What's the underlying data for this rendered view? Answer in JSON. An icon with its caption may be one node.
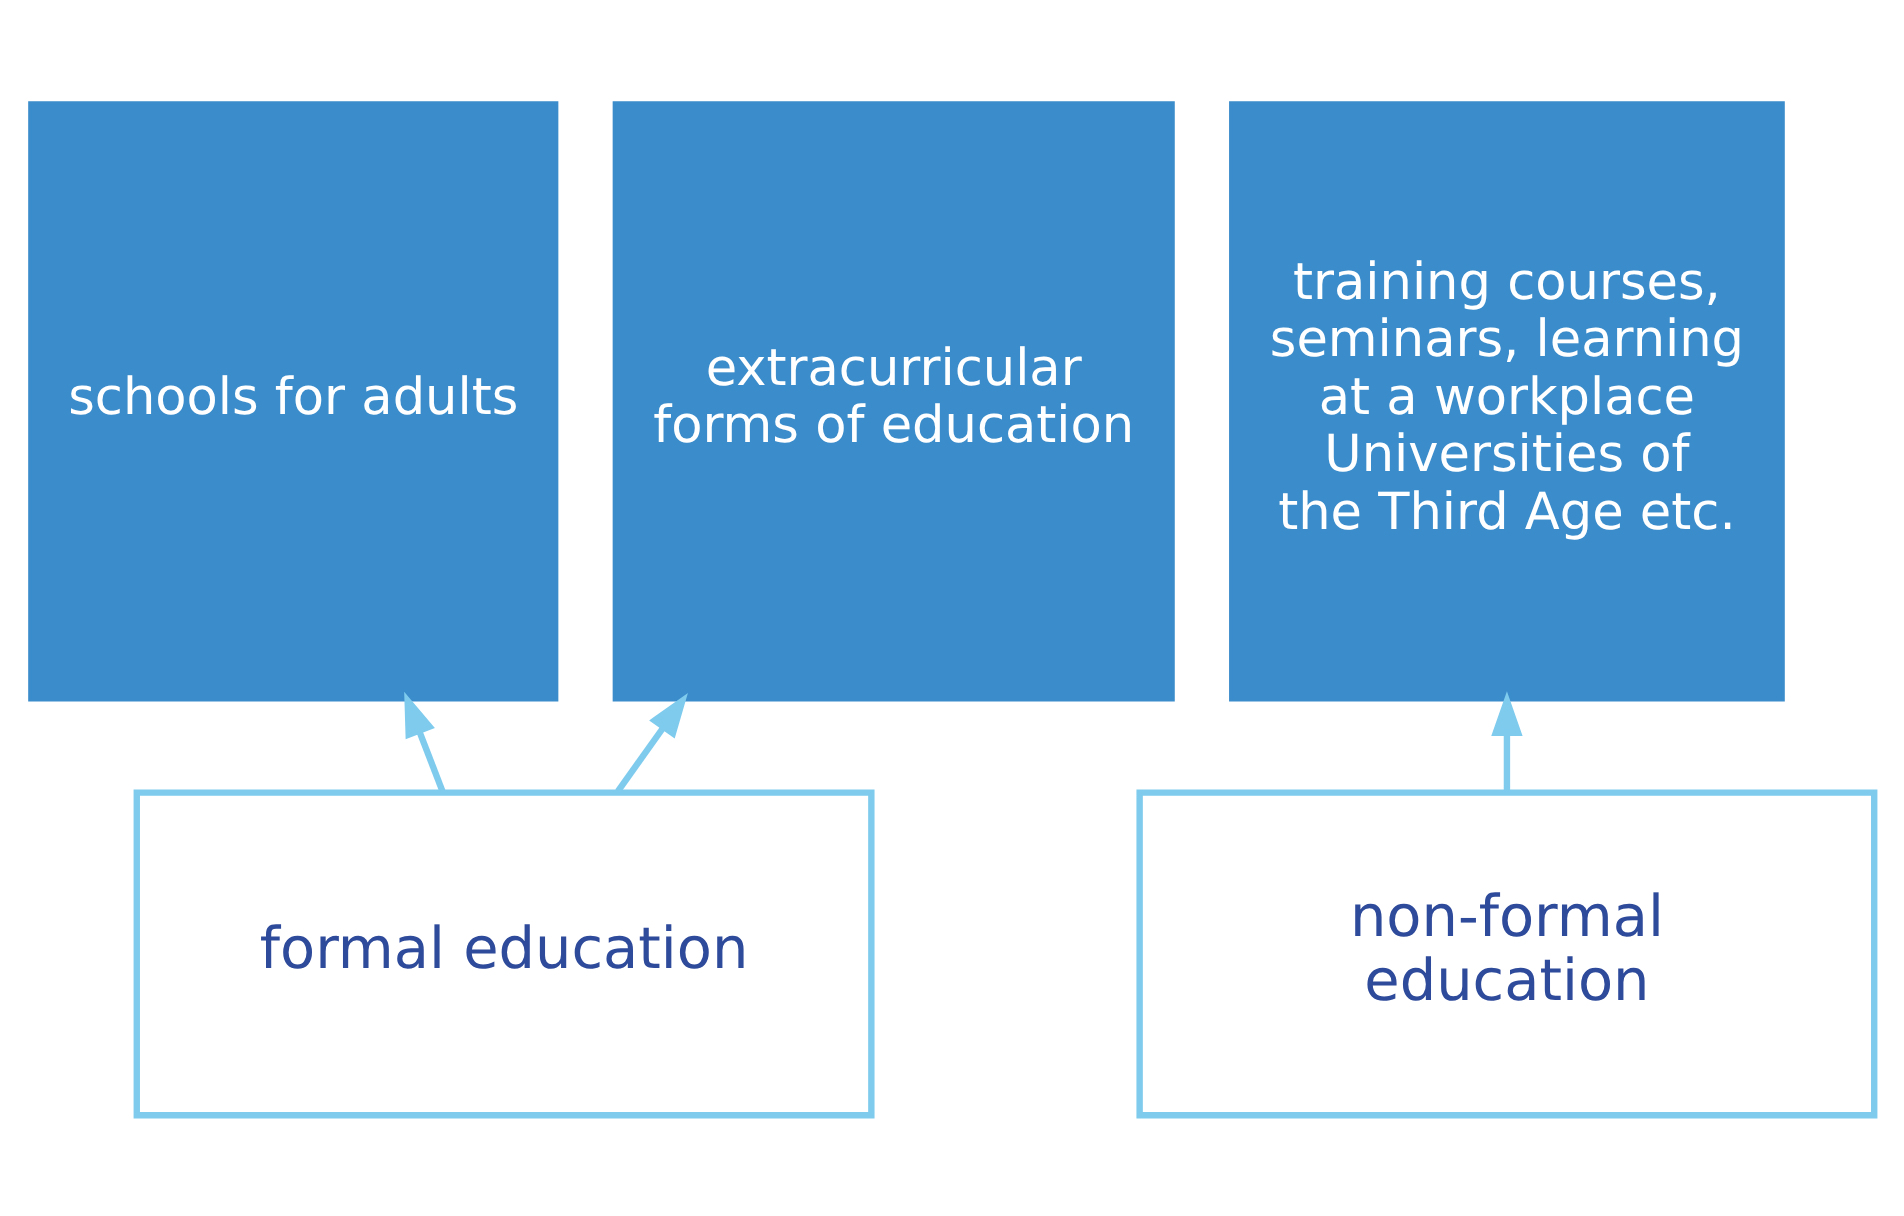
{
  "diagram": {
    "nodes": [
      {
        "text": [
          "schools for adults"
        ]
      },
      {
        "text": [
          "extracurricular forms of education"
        ]
      },
      {
        "text": [
          "training courses, seminars, learning at a workplace Universities of the Third Age etc."
        ]
      },
      {
        "text": [
          "formal education"
        ]
      },
      {
        "text": [
          "non-formal education"
        ]
      }
    ],
    "edges": [
      {
        "from": 3,
        "to": 0,
        "arrow": "to"
      },
      {
        "from": 3,
        "to": 1,
        "arrow": "to"
      },
      {
        "from": 4,
        "to": 2,
        "arrow": "to"
      }
    ]
  }
}
